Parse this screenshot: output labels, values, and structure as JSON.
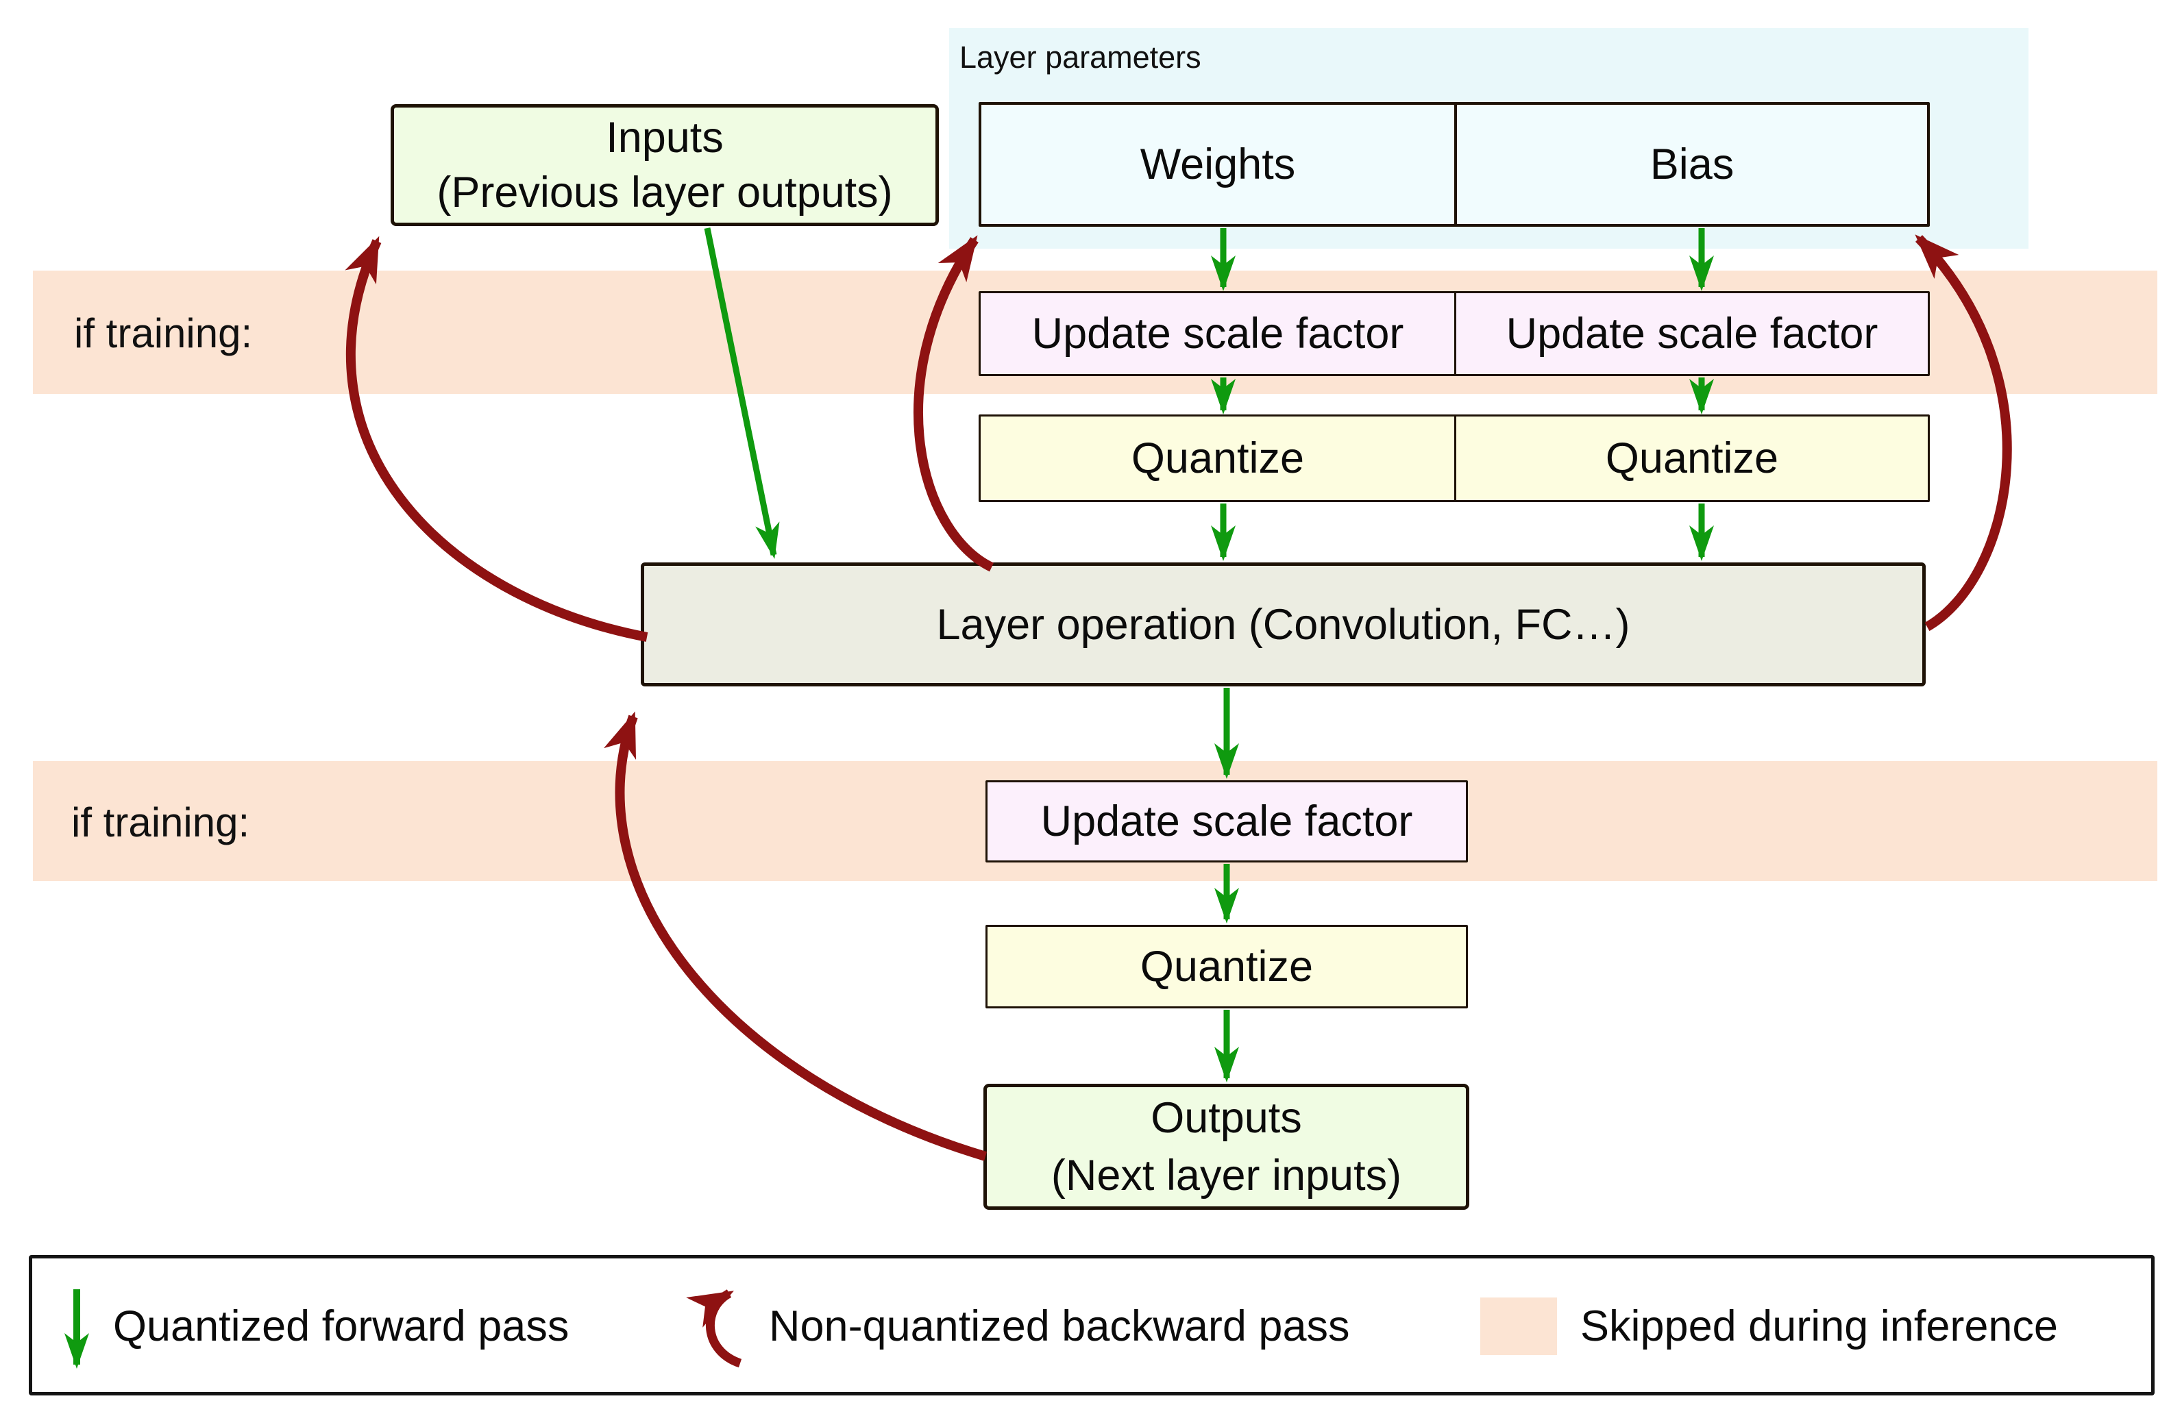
{
  "diagram": {
    "nodes": {
      "inputs_line1": "Inputs",
      "inputs_line2": "(Previous layer outputs)",
      "layer_parameters_label": "Layer parameters",
      "weights": "Weights",
      "bias": "Bias",
      "update_scale_weights": "Update scale factor",
      "update_scale_bias": "Update scale factor",
      "quantize_weights": "Quantize",
      "quantize_bias": "Quantize",
      "layer_operation": "Layer operation (Convolution, FC…)",
      "update_scale_output": "Update scale factor",
      "quantize_output": "Quantize",
      "outputs_line1": "Outputs",
      "outputs_line2": "(Next layer inputs)"
    },
    "bands": {
      "top_label": "if training:",
      "bottom_label": "if training:"
    },
    "legend": {
      "forward_label": "Quantized forward pass",
      "backward_label": "Non-quantized backward pass",
      "skipped_label": "Skipped during inference"
    },
    "icons": {
      "forward": "green-down-arrow-icon",
      "backward": "dark-red-curved-arrow-icon",
      "skipped": "peach-swatch"
    },
    "colors": {
      "forward_arrow": "#0f9a0f",
      "backward_arrow": "#8e1212",
      "skipped_band": "#fce4d3",
      "inputs_outputs_fill": "#f0fce3",
      "params_fill": "#f1fcfe",
      "params_backdrop": "#e9f8fa",
      "update_scale_fill": "#fcf0fc",
      "quantize_fill": "#fdfde0",
      "layer_operation_fill": "#ecede2",
      "box_border": "#1e1206"
    }
  }
}
